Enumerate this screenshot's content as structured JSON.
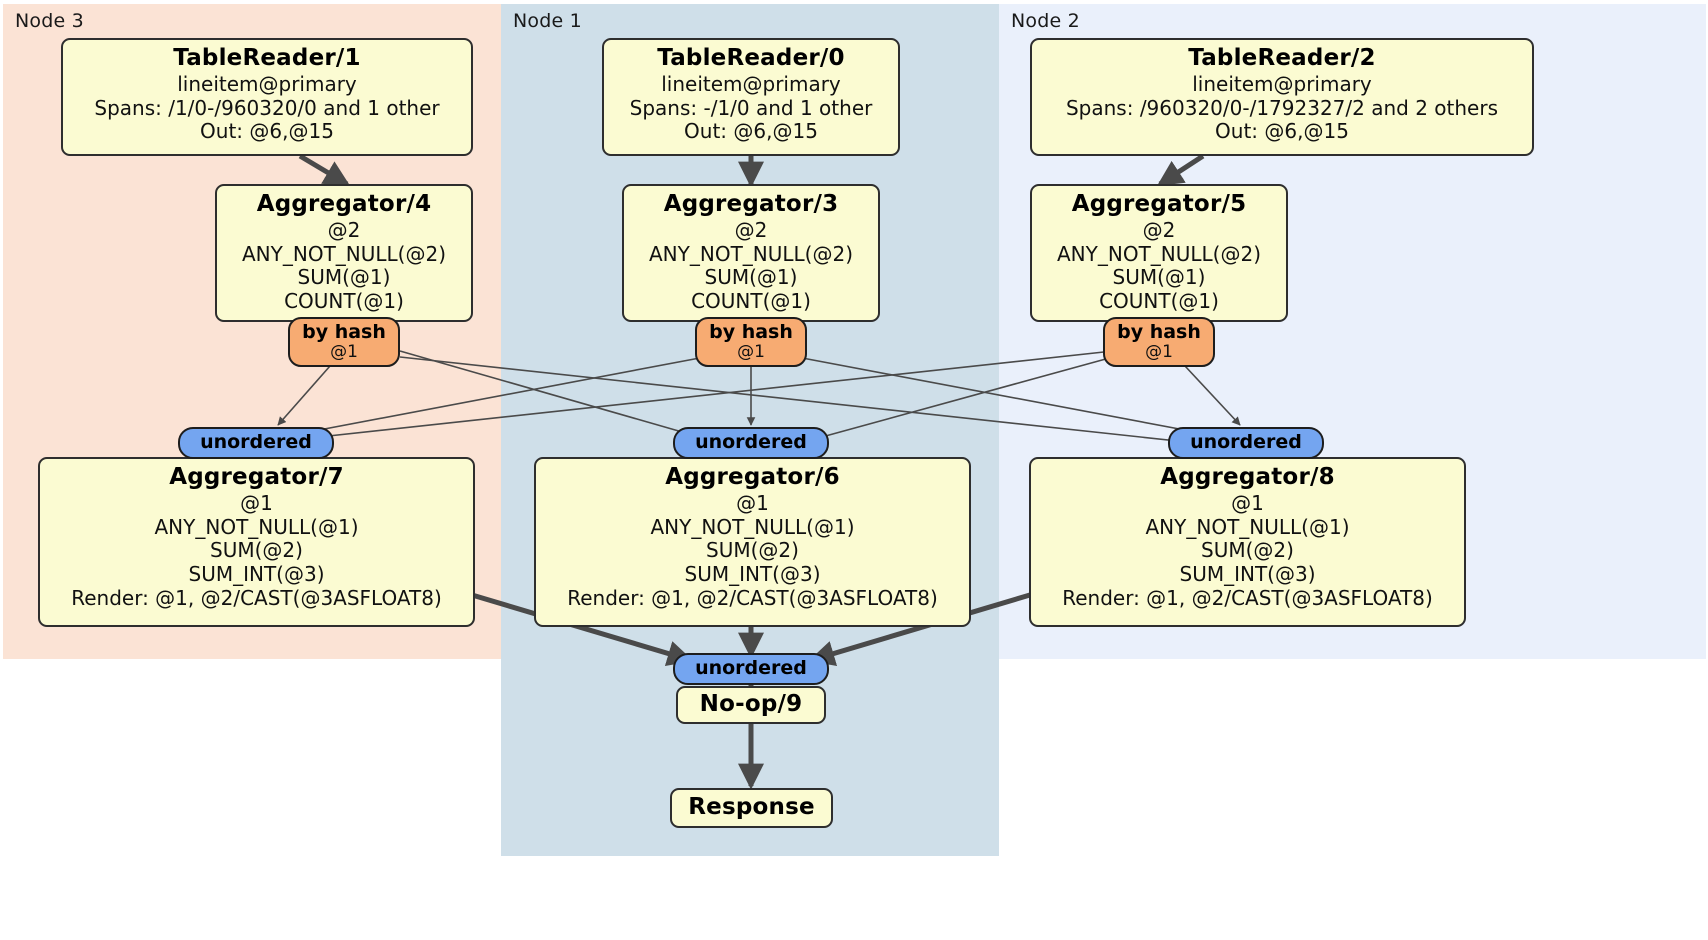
{
  "diagram": {
    "type": "distributed-query-plan",
    "title": "DistSQL physical plan",
    "colors": {
      "node3_region": "#fbe3d5",
      "node1_region": "#cfdfe9",
      "node2_region": "#eaf0fb",
      "processor_box": "#fbfbd2",
      "hash_router_badge": "#f7ab72",
      "unordered_sync_badge": "#74a5f0",
      "edge_stroke": "#4a4a4a",
      "border": "#2e2e2e"
    }
  },
  "regions": [
    {
      "id": "node3",
      "label": "Node 3"
    },
    {
      "id": "node1",
      "label": "Node 1"
    },
    {
      "id": "node2",
      "label": "Node 2"
    }
  ],
  "processors": {
    "table_reader_1": {
      "title": "TableReader/1",
      "lines": [
        "lineitem@primary",
        "Spans: /1/0-/960320/0 and 1 other",
        "Out: @6,@15"
      ]
    },
    "table_reader_0": {
      "title": "TableReader/0",
      "lines": [
        "lineitem@primary",
        "Spans: -/1/0 and 1 other",
        "Out: @6,@15"
      ]
    },
    "table_reader_2": {
      "title": "TableReader/2",
      "lines": [
        "lineitem@primary",
        "Spans: /960320/0-/1792327/2 and 2 others",
        "Out: @6,@15"
      ]
    },
    "aggregator_4": {
      "title": "Aggregator/4",
      "lines": [
        "@2",
        "ANY_NOT_NULL(@2)",
        "SUM(@1)",
        "COUNT(@1)"
      ]
    },
    "aggregator_3": {
      "title": "Aggregator/3",
      "lines": [
        "@2",
        "ANY_NOT_NULL(@2)",
        "SUM(@1)",
        "COUNT(@1)"
      ]
    },
    "aggregator_5": {
      "title": "Aggregator/5",
      "lines": [
        "@2",
        "ANY_NOT_NULL(@2)",
        "SUM(@1)",
        "COUNT(@1)"
      ]
    },
    "aggregator_7": {
      "title": "Aggregator/7",
      "lines": [
        "@1",
        "ANY_NOT_NULL(@1)",
        "SUM(@2)",
        "SUM_INT(@3)",
        "Render: @1, @2/CAST(@3ASFLOAT8)"
      ]
    },
    "aggregator_6": {
      "title": "Aggregator/6",
      "lines": [
        "@1",
        "ANY_NOT_NULL(@1)",
        "SUM(@2)",
        "SUM_INT(@3)",
        "Render: @1, @2/CAST(@3ASFLOAT8)"
      ]
    },
    "aggregator_8": {
      "title": "Aggregator/8",
      "lines": [
        "@1",
        "ANY_NOT_NULL(@1)",
        "SUM(@2)",
        "SUM_INT(@3)",
        "Render: @1, @2/CAST(@3ASFLOAT8)"
      ]
    },
    "noop_9": {
      "title": "No-op/9",
      "lines": []
    },
    "response": {
      "title": "Response",
      "lines": []
    }
  },
  "routers": {
    "hash_4": {
      "label": "by hash",
      "column": "@1"
    },
    "hash_3": {
      "label": "by hash",
      "column": "@1"
    },
    "hash_5": {
      "label": "by hash",
      "column": "@1"
    }
  },
  "synchronizers": {
    "unordered_7": {
      "label": "unordered"
    },
    "unordered_6": {
      "label": "unordered"
    },
    "unordered_8": {
      "label": "unordered"
    },
    "unordered_final": {
      "label": "unordered"
    }
  }
}
